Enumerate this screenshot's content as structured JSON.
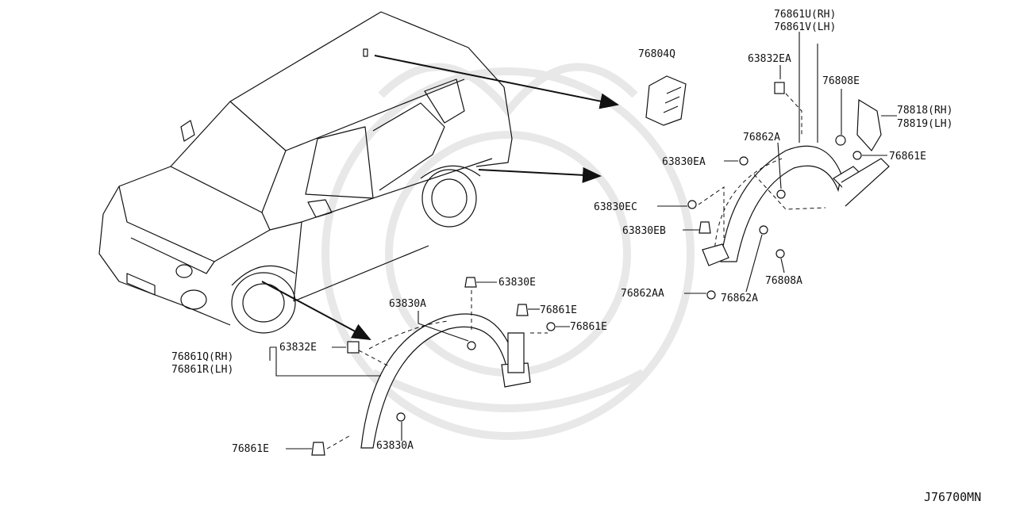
{
  "diagram_id": "J76700MN",
  "labels": {
    "p76804Q": "76804Q",
    "p76861U": "76861U(RH)",
    "p76861V": "76861V(LH)",
    "p63832EA": "63832EA",
    "p76808E": "76808E",
    "p78818": "78818(RH)",
    "p78819": "78819(LH)",
    "p76861E_r": "76861E",
    "p76862A_top": "76862A",
    "p63830EA": "63830EA",
    "p63830EC": "63830EC",
    "p63830EB": "63830EB",
    "p76808A": "76808A",
    "p76862AA": "76862AA",
    "p76862A_bot": "76862A",
    "p63830E": "63830E",
    "p63830A_top": "63830A",
    "p76861E_f1": "76861E",
    "p76861E_f2": "76861E",
    "p63832E": "63832E",
    "p76861Q": "76861Q(RH)",
    "p76861R": "76861R(LH)",
    "p76861E_f3": "76861E",
    "p63830A_bot": "63830A"
  }
}
